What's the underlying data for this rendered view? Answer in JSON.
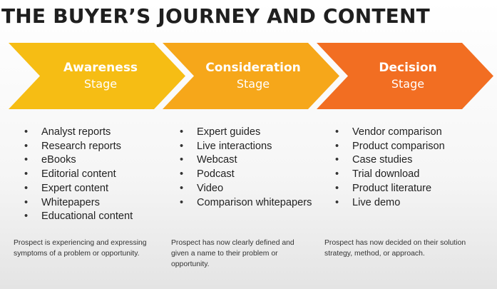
{
  "title": "THE BUYER’S JOURNEY AND CONTENT",
  "stages": [
    {
      "name": "Awareness",
      "sub": "Stage",
      "color": "#f6bd14",
      "items": [
        "Analyst reports",
        "Research reports",
        "eBooks",
        "Editorial content",
        "Expert content",
        "Whitepapers",
        "Educational content"
      ],
      "description": "Prospect is experiencing and expressing symptoms of a problem or opportunity."
    },
    {
      "name": "Consideration",
      "sub": "Stage",
      "color": "#f6a71a",
      "items": [
        "Expert guides",
        "Live interactions",
        "Webcast",
        "Podcast",
        "Video",
        "Comparison whitepapers"
      ],
      "description": "Prospect has now clearly defined and given a name to their problem or opportunity."
    },
    {
      "name": "Decision",
      "sub": "Stage",
      "color": "#f26e22",
      "items": [
        "Vendor comparison",
        "Product comparison",
        "Case studies",
        "Trial download",
        "Product literature",
        "Live demo"
      ],
      "description": "Prospect has now decided on their solution strategy, method, or approach."
    }
  ]
}
